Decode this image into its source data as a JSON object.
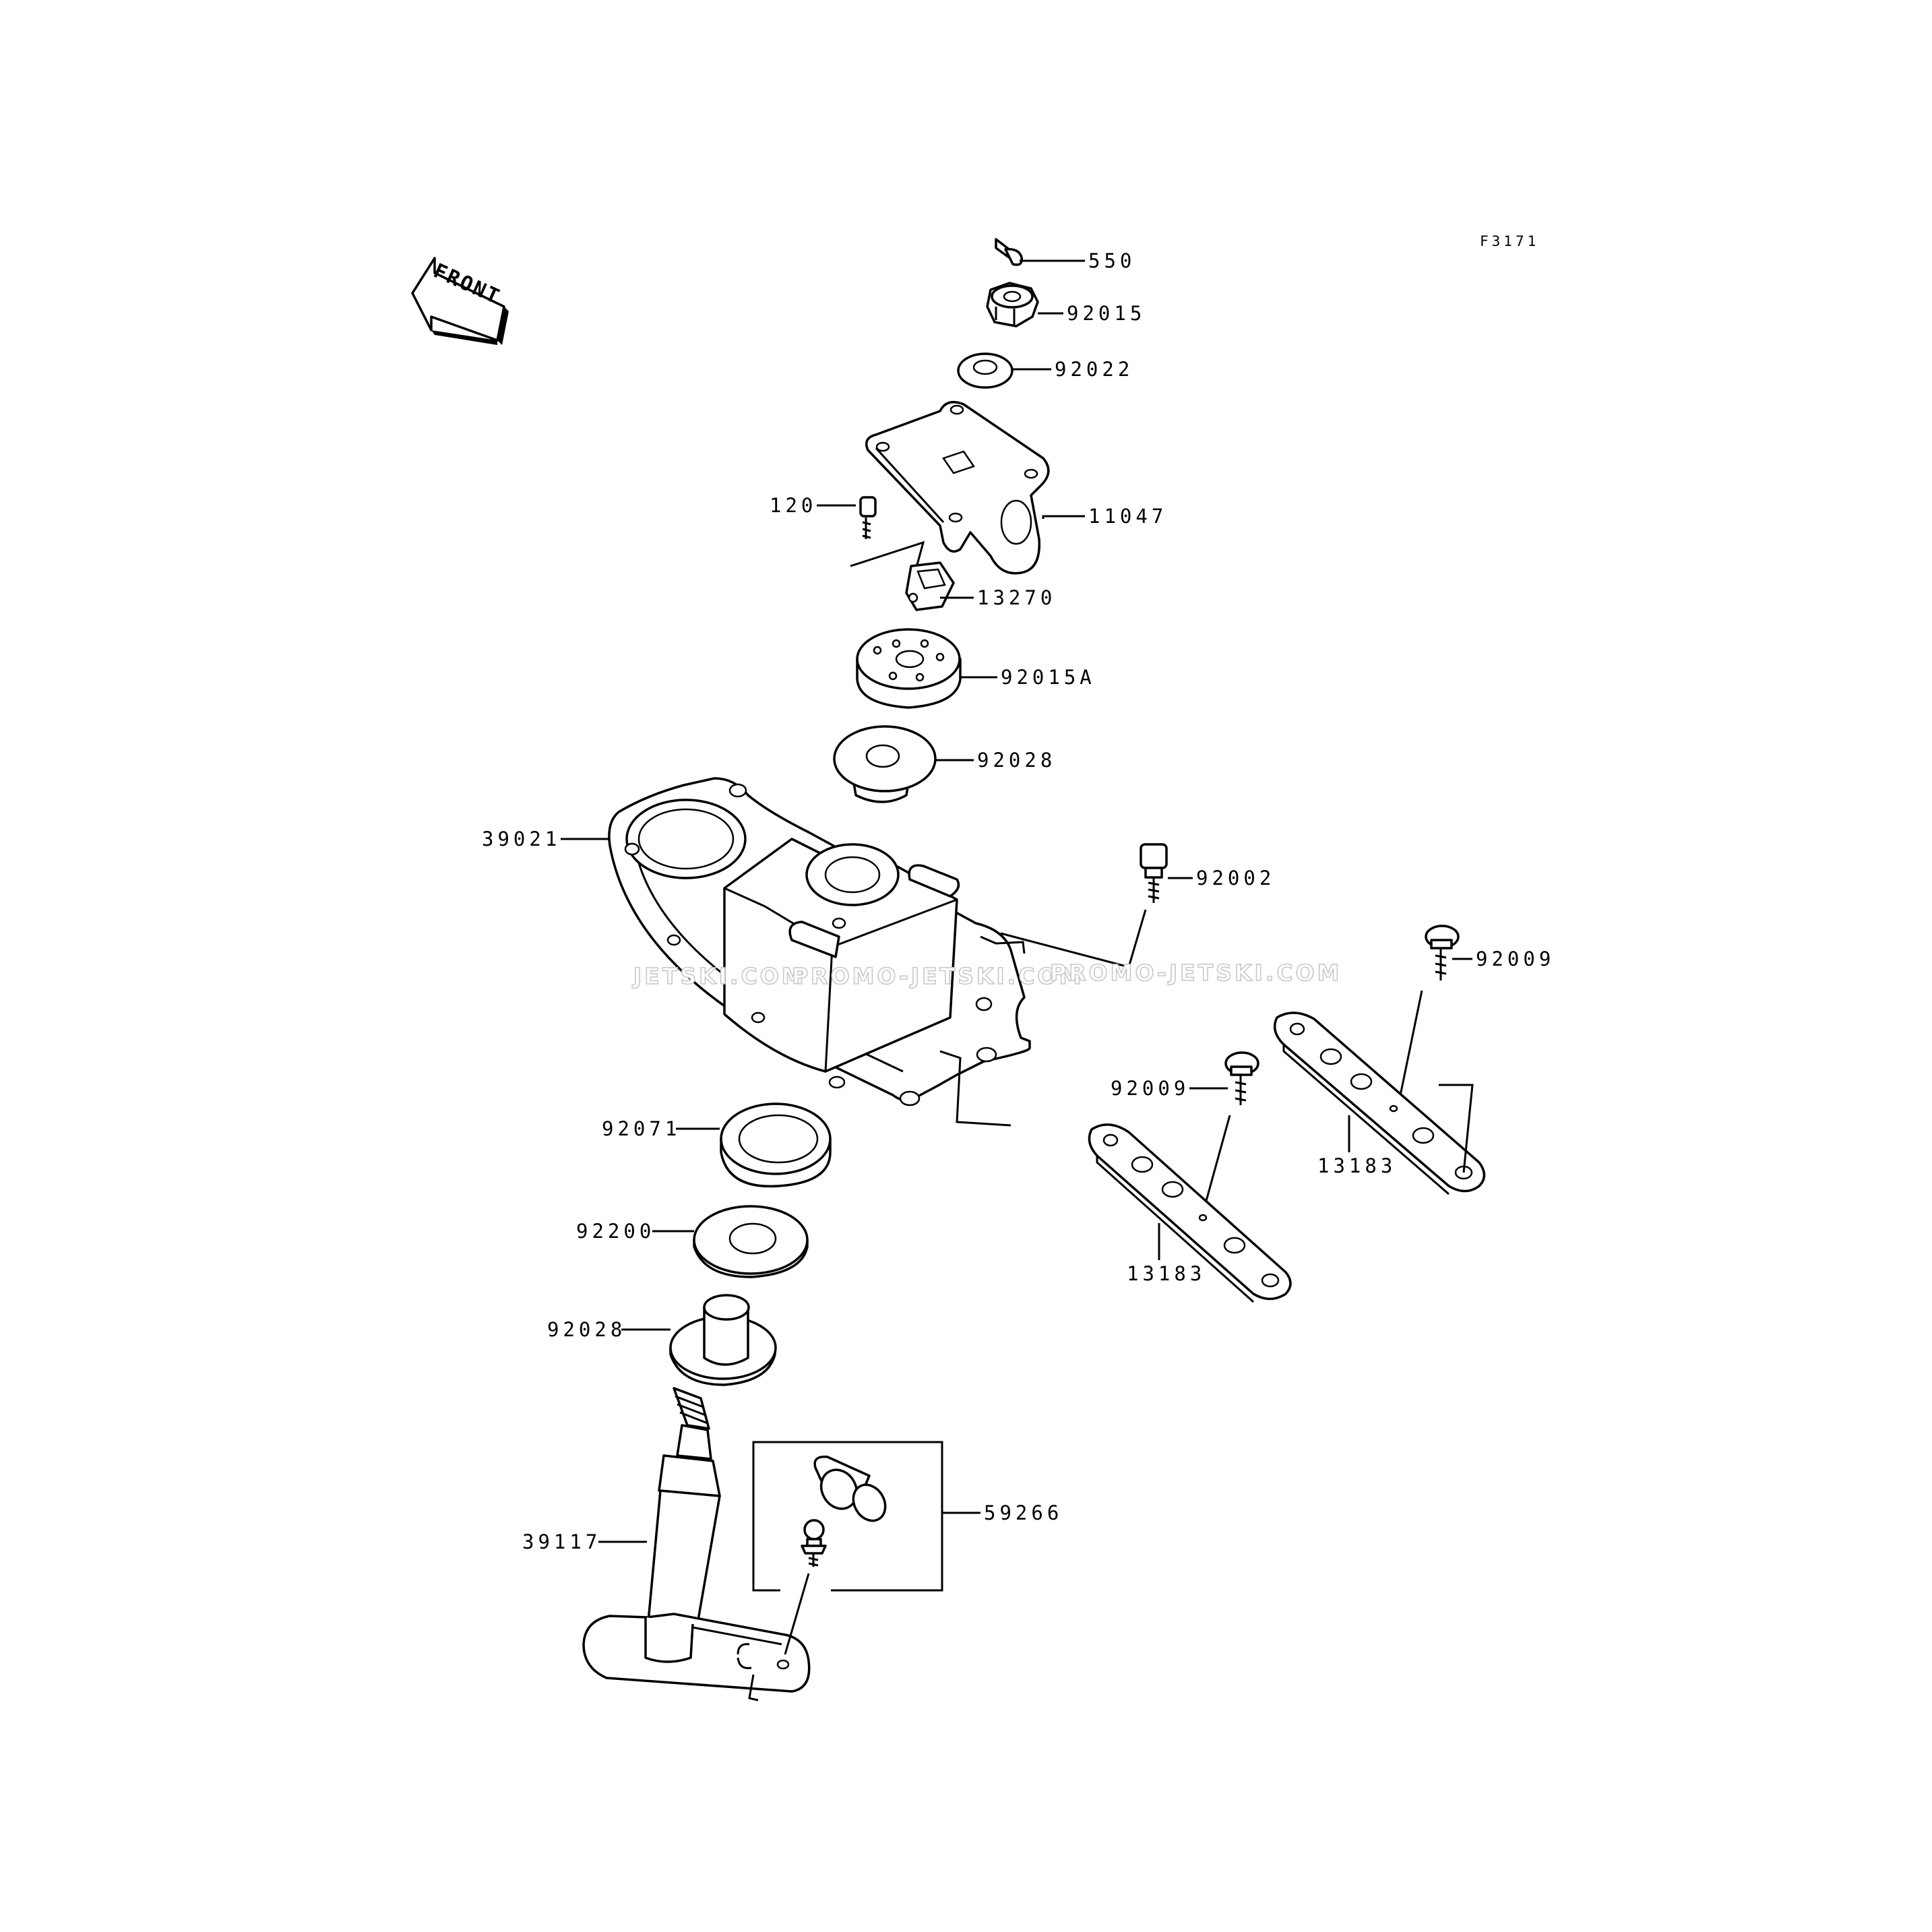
{
  "figure_code": "F3171",
  "front_label": "FRONT",
  "watermarks": [
    "JETSKI.COM",
    "PROMO-JETSKI.COM",
    "PROMO-JETSKI.COM"
  ],
  "callouts": [
    {
      "id": "c550",
      "label": "550"
    },
    {
      "id": "c92015",
      "label": "92015"
    },
    {
      "id": "c92022",
      "label": "92022"
    },
    {
      "id": "c120",
      "label": "120"
    },
    {
      "id": "c11047",
      "label": "11047"
    },
    {
      "id": "c13270",
      "label": "13270"
    },
    {
      "id": "c92015A",
      "label": "92015A"
    },
    {
      "id": "c92028a",
      "label": "92028"
    },
    {
      "id": "c39021",
      "label": "39021"
    },
    {
      "id": "c92002",
      "label": "92002"
    },
    {
      "id": "c92009a",
      "label": "92009"
    },
    {
      "id": "c92009b",
      "label": "92009"
    },
    {
      "id": "c92071",
      "label": "92071"
    },
    {
      "id": "c13183a",
      "label": "13183"
    },
    {
      "id": "c13183b",
      "label": "13183"
    },
    {
      "id": "c92200",
      "label": "92200"
    },
    {
      "id": "c92028b",
      "label": "92028"
    },
    {
      "id": "c59266",
      "label": "59266"
    },
    {
      "id": "c39117",
      "label": "39117"
    }
  ],
  "colors": {
    "ink": "#000000",
    "paper": "#ffffff",
    "watermark": "#c8c8c8"
  }
}
